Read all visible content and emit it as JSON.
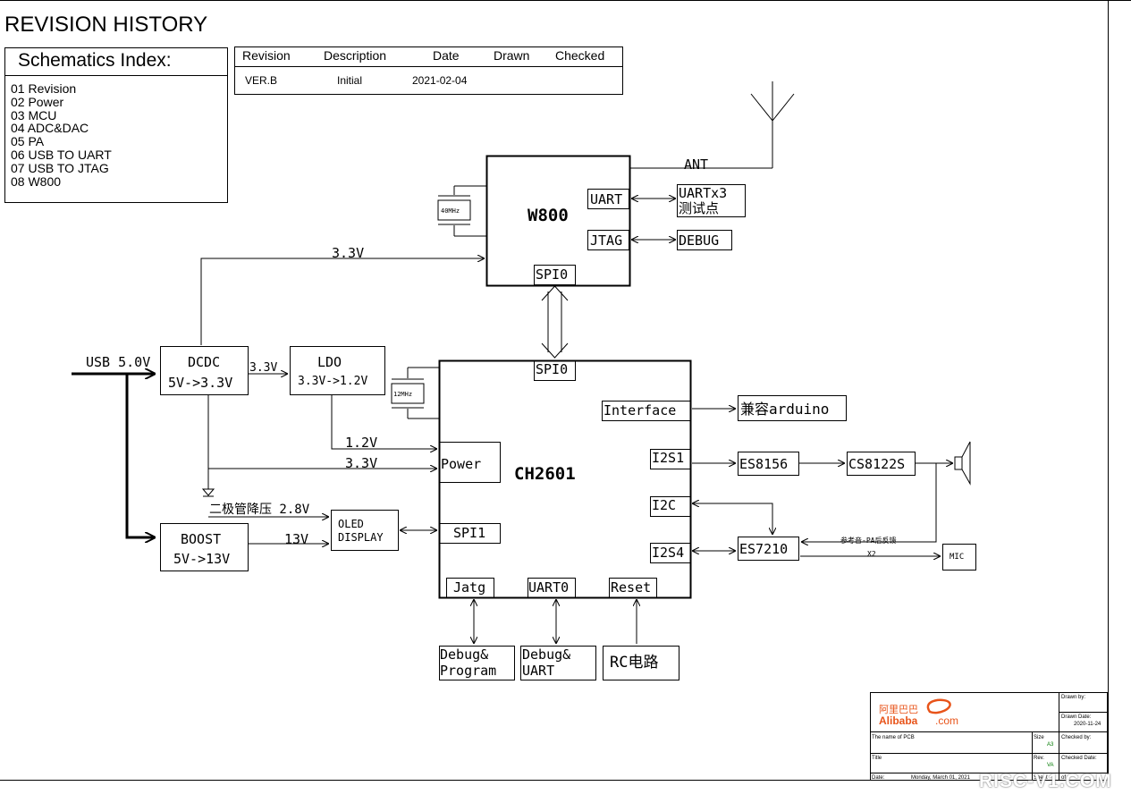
{
  "page_title": "REVISION HISTORY",
  "index": {
    "title": "Schematics Index:",
    "items": [
      "01 Revision",
      "02 Power",
      "03 MCU",
      "04 ADC&DAC",
      "05 PA",
      "06 USB TO UART",
      "07 USB TO JTAG",
      "08 W800"
    ]
  },
  "revision_table": {
    "headers": [
      "Revision",
      "Description",
      "Date",
      "Drawn",
      "Checked"
    ],
    "rows": [
      [
        "VER.B",
        "Initial",
        "2021-02-04",
        "",
        ""
      ]
    ]
  },
  "diagram": {
    "blocks": {
      "w800": "W800",
      "ch2601": "CH2601",
      "dcdc": [
        "DCDC",
        "5V->3.3V"
      ],
      "ldo": [
        "LDO",
        "3.3V->1.2V"
      ],
      "boost": [
        "BOOST",
        "5V->13V"
      ],
      "oled": [
        "OLED",
        "DISPLAY"
      ],
      "uart_test": [
        "UARTx3",
        "测试点"
      ],
      "debug": "DEBUG",
      "arduino": "兼容arduino",
      "es8156": "ES8156",
      "cs8122s": "CS8122S",
      "es7210": "ES7210",
      "mic": "MIC",
      "debug_program": [
        "Debug&",
        "Program"
      ],
      "debug_uart": [
        "Debug&",
        "UART"
      ],
      "rc": "RC电路"
    },
    "ports": {
      "w800_uart": "UART",
      "w800_jtag": "JTAG",
      "w800_spi0": "SPI0",
      "ch_spi0": "SPI0",
      "interface": "Interface",
      "power": "Power",
      "i2s1": "I2S1",
      "i2c": "I2C",
      "i2s4": "I2S4",
      "spi1": "SPI1",
      "jatg": "Jatg",
      "uart0": "UART0",
      "reset": "Reset"
    },
    "crystals": {
      "w800": "40MHz",
      "ch2601": "12MHz"
    },
    "labels": {
      "ant": "ANT",
      "usb": "USB 5.0V",
      "v33_top": "3.3V",
      "v33_dcdc_ldo": "3.3V",
      "v12": "1.2V",
      "v33_power": "3.3V",
      "diode": "二极管降压 2.8V",
      "v13": "13V",
      "pa_feedback": "参考音-PA后反馈",
      "x2": "X2"
    }
  },
  "title_block": {
    "logo_text": "阿里巴巴",
    "logo_brand": "Alibaba",
    "logo_suffix": ".com",
    "drawn_by_label": "Drawn by:",
    "drawn_date_label": "Drawn Date:",
    "drawn_date": "2020-11-24",
    "pcb_label": "The name of PCB",
    "size_label": "Size",
    "size": "A3",
    "checked_by_label": "Checked by:",
    "title_label": "Title",
    "rev_label": "Rev.",
    "rev": "VA",
    "checked_date_label": "Checked Date:",
    "date_label": "Date:",
    "date": "Monday, March 01, 2021",
    "sheet_label": "Sheet",
    "of_label": "of"
  },
  "watermark": "RISC-V1.COM",
  "colors": {
    "line": "#000000",
    "logo_red": "#e8541a",
    "logo_blue": "#1a4fa0",
    "title_block_value": "#007a00"
  }
}
